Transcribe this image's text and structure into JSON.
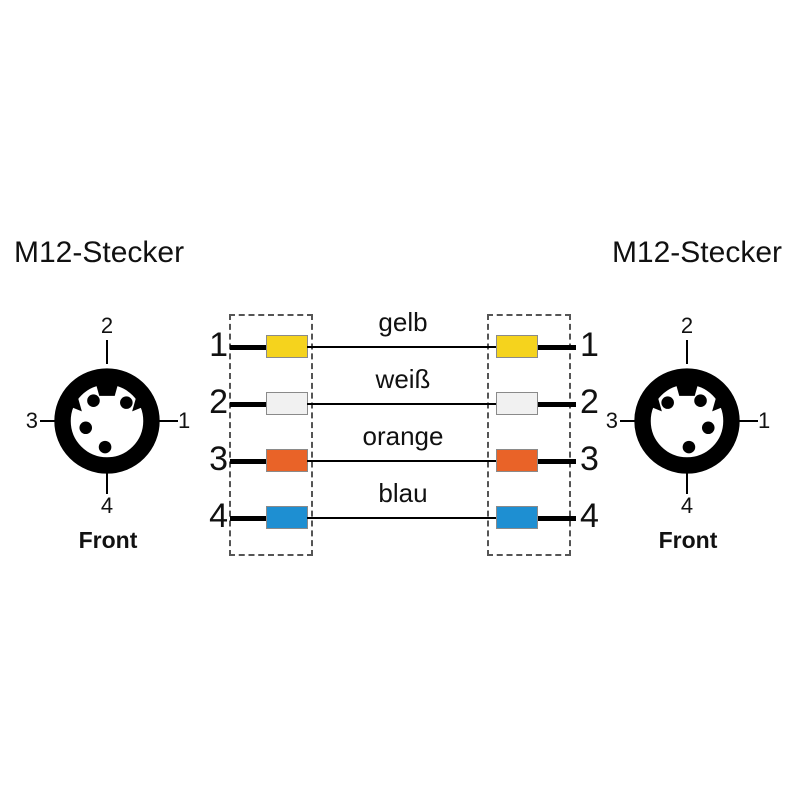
{
  "left_connector": {
    "title": "M12-Stecker",
    "pin_top": "2",
    "pin_left": "3",
    "pin_right": "1",
    "pin_bottom": "4",
    "front": "Front"
  },
  "right_connector": {
    "title": "M12-Stecker",
    "pin_top": "2",
    "pin_left": "3",
    "pin_right": "1",
    "pin_bottom": "4",
    "front": "Front"
  },
  "wires": [
    {
      "pin_left": "1",
      "pin_right": "1",
      "label": "gelb",
      "color": "#f5d31d"
    },
    {
      "pin_left": "2",
      "pin_right": "2",
      "label": "weiß",
      "color": "#f1f1f1"
    },
    {
      "pin_left": "3",
      "pin_right": "3",
      "label": "orange",
      "color": "#e96328"
    },
    {
      "pin_left": "4",
      "pin_right": "4",
      "label": "blau",
      "color": "#1e8fd2"
    }
  ]
}
